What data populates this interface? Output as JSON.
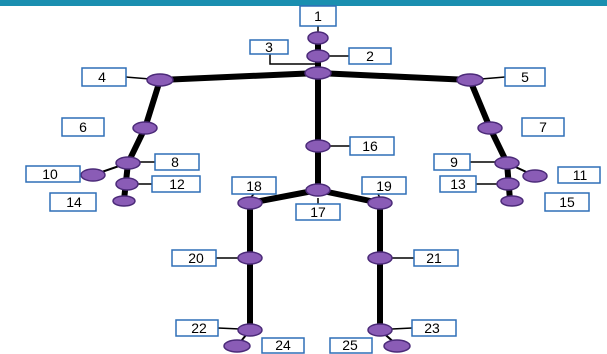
{
  "labels": {
    "j1": "1",
    "j2": "2",
    "j3": "3",
    "j4": "4",
    "j5": "5",
    "j6": "6",
    "j7": "7",
    "j8": "8",
    "j9": "9",
    "j10": "10",
    "j11": "11",
    "j12": "12",
    "j13": "13",
    "j14": "14",
    "j15": "15",
    "j16": "16",
    "j17": "17",
    "j18": "18",
    "j19": "19",
    "j20": "20",
    "j21": "21",
    "j22": "22",
    "j23": "23",
    "j24": "24",
    "j25": "25"
  },
  "colors": {
    "joint_fill": "#8a5cb6",
    "joint_stroke": "#4b2a78",
    "bone": "#000000",
    "label_border": "#2f6fb7",
    "top_bar": "#1a8fb0"
  }
}
